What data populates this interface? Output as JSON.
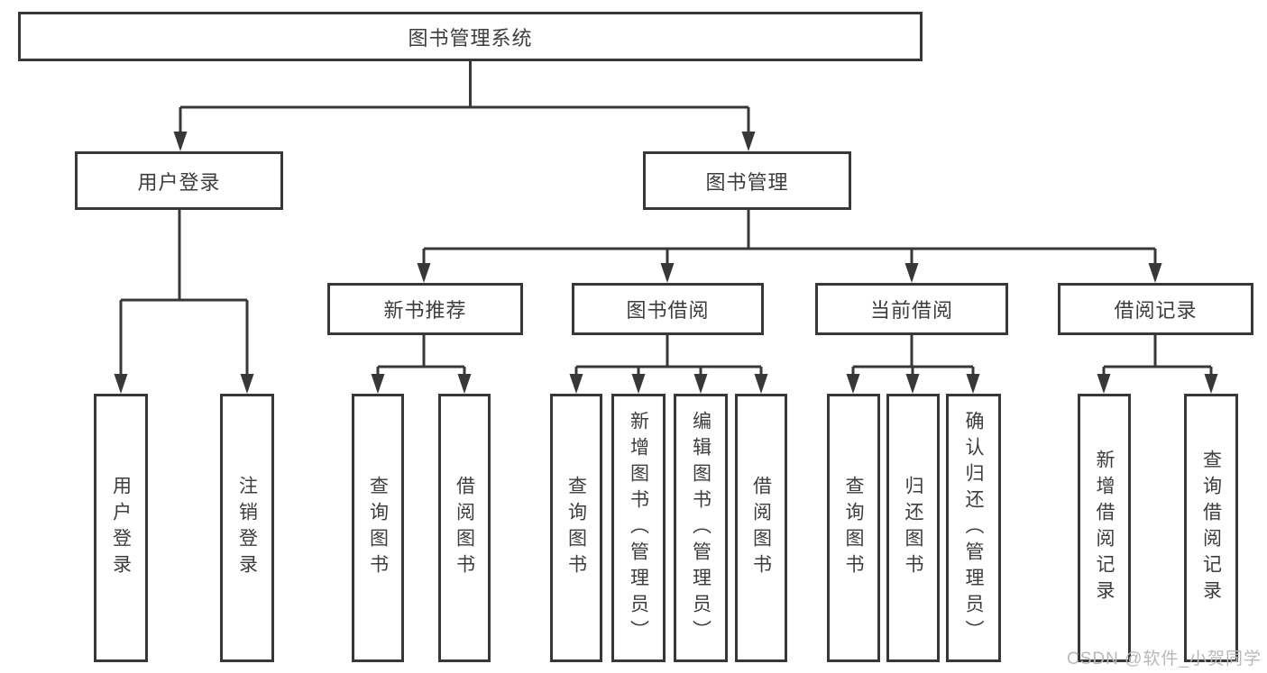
{
  "diagram": {
    "root": {
      "label": "图书管理系统"
    },
    "level1": [
      {
        "label": "用户登录"
      },
      {
        "label": "图书管理"
      }
    ],
    "level2": [
      {
        "label": "新书推荐",
        "parent": "图书管理"
      },
      {
        "label": "图书借阅",
        "parent": "图书管理"
      },
      {
        "label": "当前借阅",
        "parent": "图书管理"
      },
      {
        "label": "借阅记录",
        "parent": "图书管理"
      }
    ],
    "leaves": [
      {
        "label": "用户登录",
        "parent": "用户登录"
      },
      {
        "label": "注销登录",
        "parent": "用户登录"
      },
      {
        "label": "查询图书",
        "parent": "新书推荐"
      },
      {
        "label": "借阅图书",
        "parent": "新书推荐"
      },
      {
        "label": "查询图书",
        "parent": "图书借阅"
      },
      {
        "label": "新增图书（管理员）",
        "parent": "图书借阅"
      },
      {
        "label": "编辑图书（管理员）",
        "parent": "图书借阅"
      },
      {
        "label": "借阅图书",
        "parent": "图书借阅"
      },
      {
        "label": "查询图书",
        "parent": "当前借阅"
      },
      {
        "label": "归还图书",
        "parent": "当前借阅"
      },
      {
        "label": "确认归还（管理员）",
        "parent": "当前借阅"
      },
      {
        "label": "新增借阅记录",
        "parent": "借阅记录"
      },
      {
        "label": "查询借阅记录",
        "parent": "借阅记录"
      }
    ]
  },
  "watermark": {
    "text": "CSDN @软件_小贺同学"
  },
  "colors": {
    "line": "#383838",
    "text": "#3d3d3d",
    "watermark": "#b9b9b9",
    "background": "#ffffff"
  }
}
